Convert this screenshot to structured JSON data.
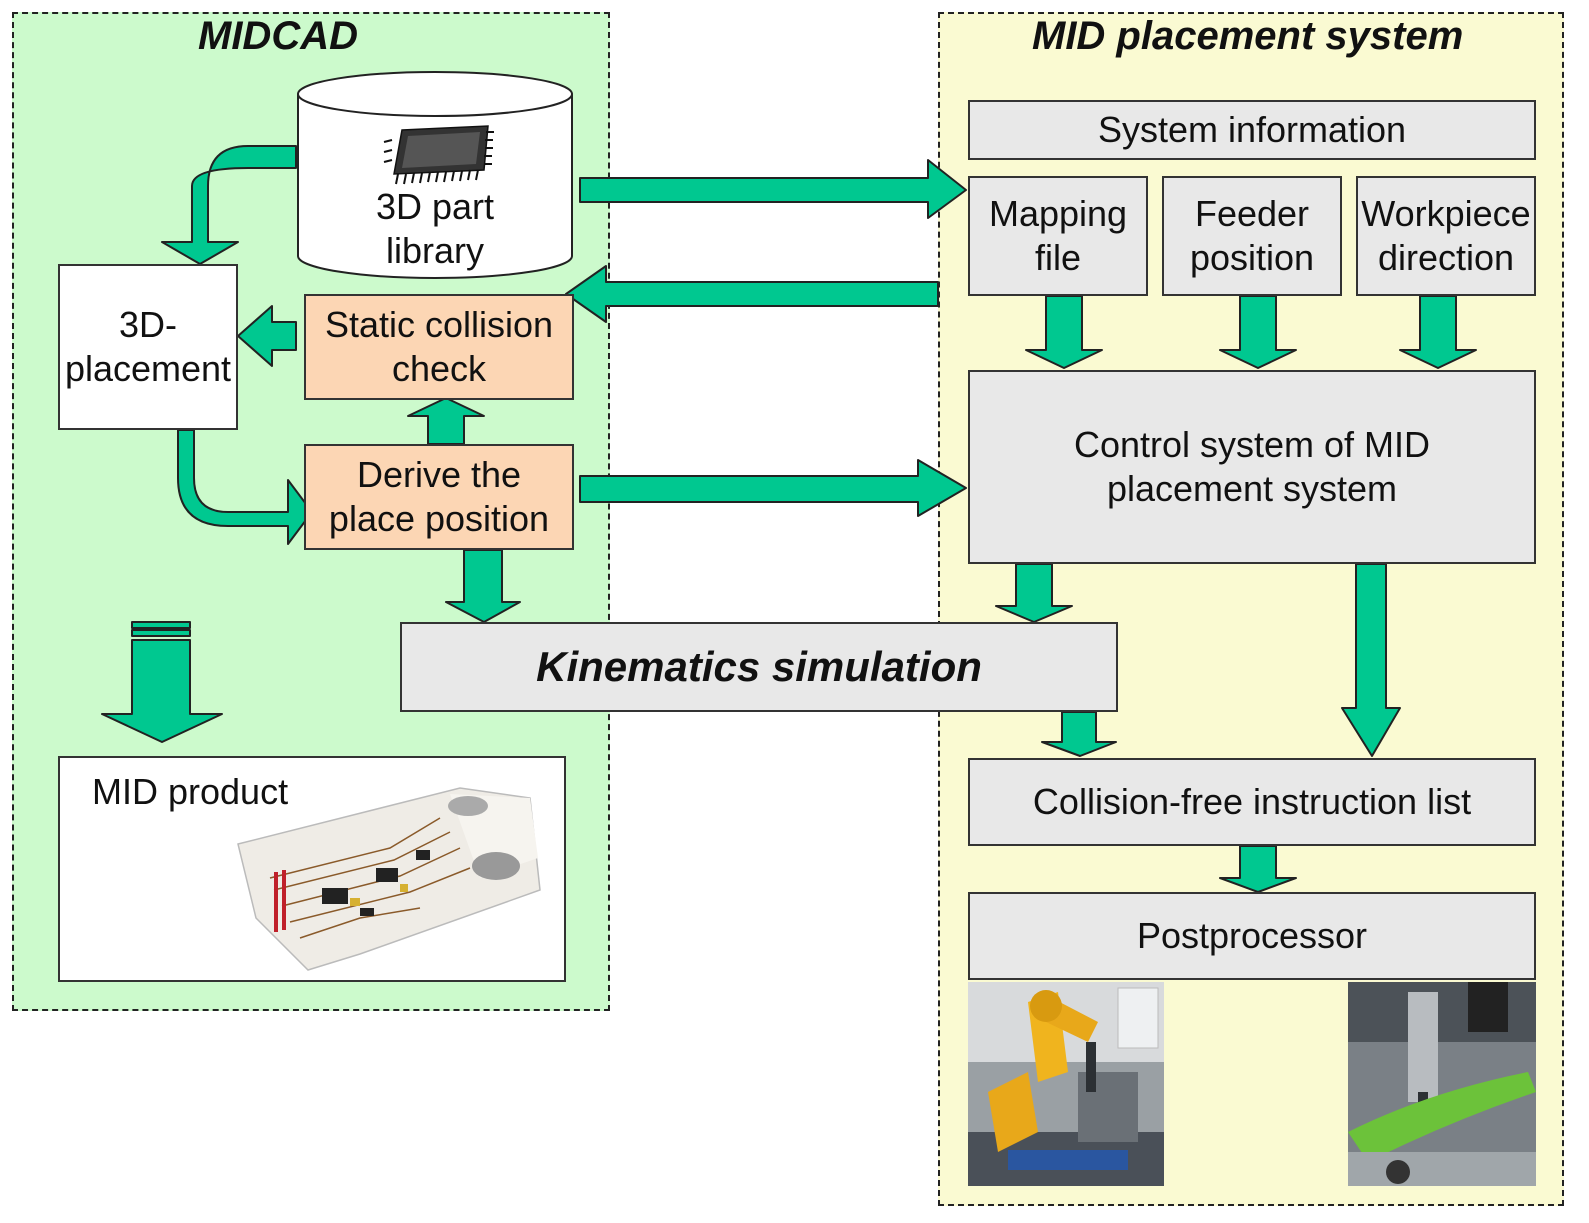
{
  "midcad": {
    "title": "MIDCAD",
    "library_label": "3D part\nlibrary",
    "placement_label": "3D-\nplacement",
    "static_check_label": "Static collision\ncheck",
    "derive_label": "Derive the\nplace position",
    "product_label": "MID product"
  },
  "placement_system": {
    "title": "MID placement system",
    "system_info_label": "System information",
    "mapping_label": "Mapping\nfile",
    "feeder_label": "Feeder\nposition",
    "workpiece_label": "Workpiece\ndirection",
    "control_label": "Control system of MID\nplacement system",
    "instruction_label": "Collision-free instruction list",
    "postprocessor_label": "Postprocessor"
  },
  "kinematics_label": "Kinematics simulation",
  "colors": {
    "midcad_panel": "#ccfacc",
    "placement_panel": "#fafad2",
    "arrow_fill": "#00c890",
    "box_gray": "#e8e8e8",
    "box_peach": "#fcd6b4"
  }
}
